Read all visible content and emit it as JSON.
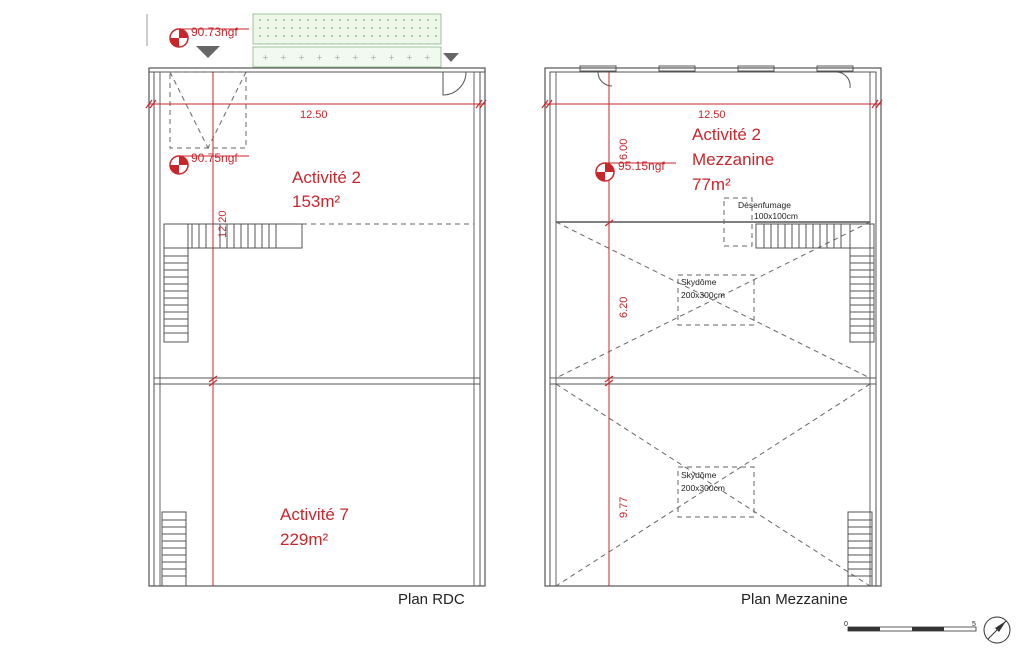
{
  "plan_rdc": {
    "title": "Plan RDC",
    "level_marker_top": "90.73ngf",
    "level_marker_inner": "90.75ngf",
    "width_dim": "12.50",
    "height_dim": "12.20",
    "room_upper": {
      "name": "Activité 2",
      "area": "153m²"
    },
    "room_lower": {
      "name": "Activité 7",
      "area": "229m²"
    }
  },
  "plan_mezzanine": {
    "title": "Plan Mezzanine",
    "level_marker": "95.15ngf",
    "width_dim": "12.50",
    "height_dim_top": "6.00",
    "height_dim_mid": "6.20",
    "height_dim_bottom": "9.77",
    "room": {
      "name": "Activité 2",
      "name_line2": "Mezzanine",
      "area": "77m²"
    },
    "desenfumage": {
      "label": "Désenfumage",
      "size": "100x100cm"
    },
    "skydome_1": {
      "label": "Skydôme",
      "size": "200x300cm"
    },
    "skydome_2": {
      "label": "Skydôme",
      "size": "200x300cm"
    }
  },
  "scale_bar": {
    "start": "0",
    "end": "5"
  },
  "icons": [
    "level-marker-icon",
    "north-arrow-icon",
    "door-swing-icon",
    "stair-icon"
  ]
}
